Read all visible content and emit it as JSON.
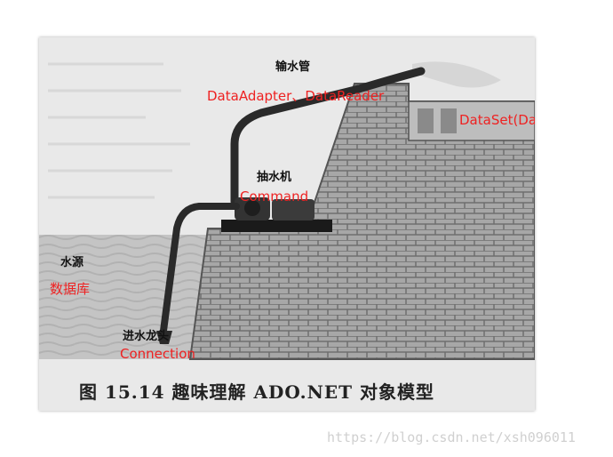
{
  "figure": {
    "caption": "图 15.14   趣味理解 ADO.NET 对象模型",
    "labels": {
      "pipe_cn": "输水管",
      "pipe_en": "DataAdapter、DataReader",
      "pump_cn": "抽水机",
      "pump_en": "Command",
      "source_cn": "水源",
      "source_en": "数据库",
      "faucet_cn": "进水龙头",
      "faucet_en": "Connection",
      "tank_en": "DataSet(DataTable)"
    }
  },
  "watermark": "https://blog.csdn.net/xsh096011"
}
